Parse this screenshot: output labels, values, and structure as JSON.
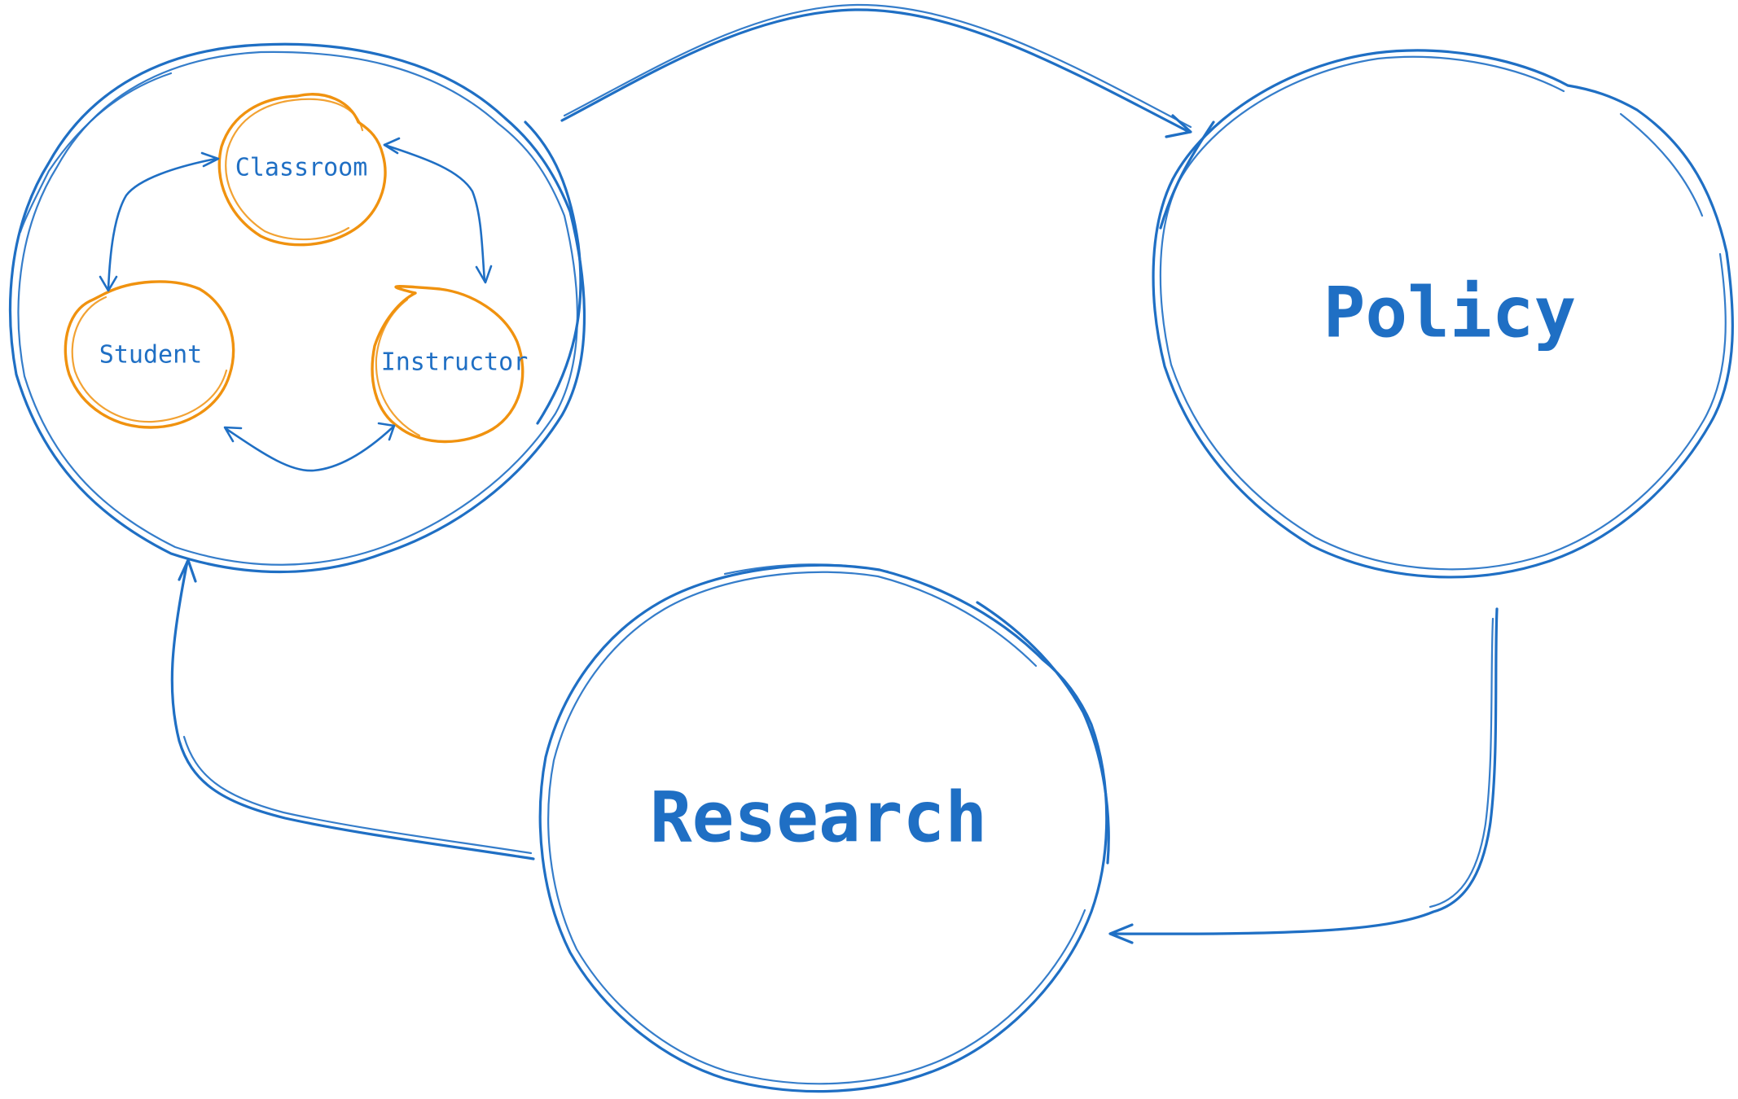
{
  "colors": {
    "primary_stroke": "#1f6fc4",
    "secondary_stroke": "#f0920f",
    "background": "#ffffff"
  },
  "nodes": {
    "classroom": "Classroom",
    "student": "Student",
    "instructor": "Instructor",
    "policy": "Policy",
    "research": "Research"
  }
}
